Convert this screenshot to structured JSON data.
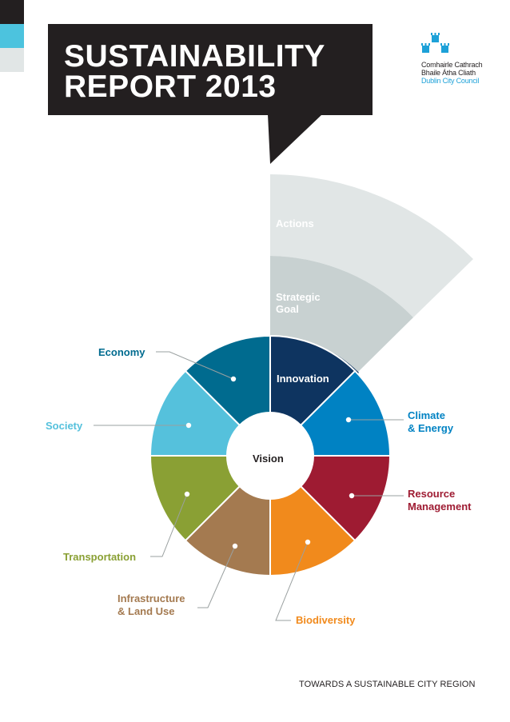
{
  "title": {
    "line1": "SUSTAINABILITY",
    "line2": "REPORT 2013"
  },
  "logo": {
    "line1": "Comhairle Cathrach",
    "line2": "Bhaile Átha Cliath",
    "line3": "Dublin City Council",
    "icon": "three-castles-icon",
    "color": "#1da1d8"
  },
  "pyramid": {
    "actions": "Actions",
    "strategic_goal_line1": "Strategic",
    "strategic_goal_line2": "Goal",
    "innovation": "Innovation"
  },
  "center_label": "Vision",
  "segments": [
    {
      "name": "Economy",
      "label_lines": [
        "Economy"
      ],
      "color": "#006b8f"
    },
    {
      "name": "Climate & Energy",
      "label_lines": [
        "Climate",
        "& Energy"
      ],
      "color": "#0082c3"
    },
    {
      "name": "Resource Management",
      "label_lines": [
        "Resource",
        "Management"
      ],
      "color": "#9e1b32"
    },
    {
      "name": "Biodiversity",
      "label_lines": [
        "Biodiversity"
      ],
      "color": "#f18a1c"
    },
    {
      "name": "Infrastructure & Land Use",
      "label_lines": [
        "Infrastructure",
        "& Land Use"
      ],
      "color": "#a47a50"
    },
    {
      "name": "Transportation",
      "label_lines": [
        "Transportation"
      ],
      "color": "#8aa034"
    },
    {
      "name": "Society",
      "label_lines": [
        "Society"
      ],
      "color": "#55c1dc"
    }
  ],
  "colors": {
    "innovation": "#0e3460",
    "actions": "#e1e6e6",
    "strategic_goal": "#c8d1d1",
    "title_bg": "#231f20",
    "label_economy": "#006b8f",
    "label_climate": "#0082c3",
    "label_resource": "#9e1b32",
    "label_biodiversity": "#f18a1c",
    "label_infrastructure": "#a47a50",
    "label_transportation": "#8aa034",
    "label_society": "#55c1dc",
    "side_bar_dark": "#231f20",
    "side_bar_cyan": "#4cc3de",
    "side_bar_grey": "#e1e6e6"
  },
  "footer": "TOWARDS A SUSTAINABLE CITY REGION"
}
